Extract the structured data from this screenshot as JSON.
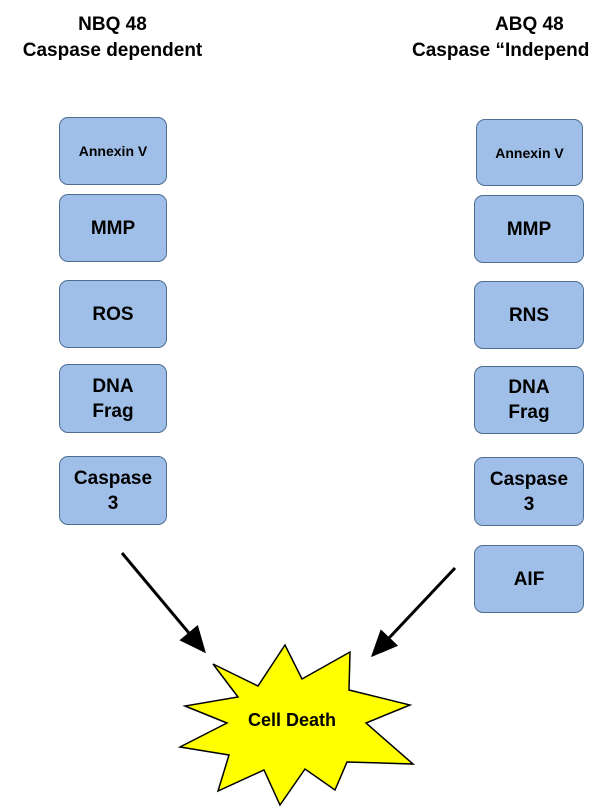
{
  "left": {
    "title": "NBQ 48",
    "subtitle": "Caspase dependent",
    "boxes": [
      "Annexin V",
      "MMP",
      "ROS",
      "DNA\nFrag",
      "Caspase\n3"
    ]
  },
  "right": {
    "title": "ABQ 48",
    "subtitle": "Caspase “Independ",
    "boxes": [
      "Annexin V",
      "MMP",
      "RNS",
      "DNA\nFrag",
      "Caspase\n3",
      "AIF"
    ]
  },
  "center": {
    "label": "Cell Death"
  },
  "colors": {
    "box_fill": "#9fbfe8",
    "box_border": "#4f6d93",
    "star_fill": "#ffff00",
    "star_stroke": "#000000",
    "arrow": "#000000"
  }
}
